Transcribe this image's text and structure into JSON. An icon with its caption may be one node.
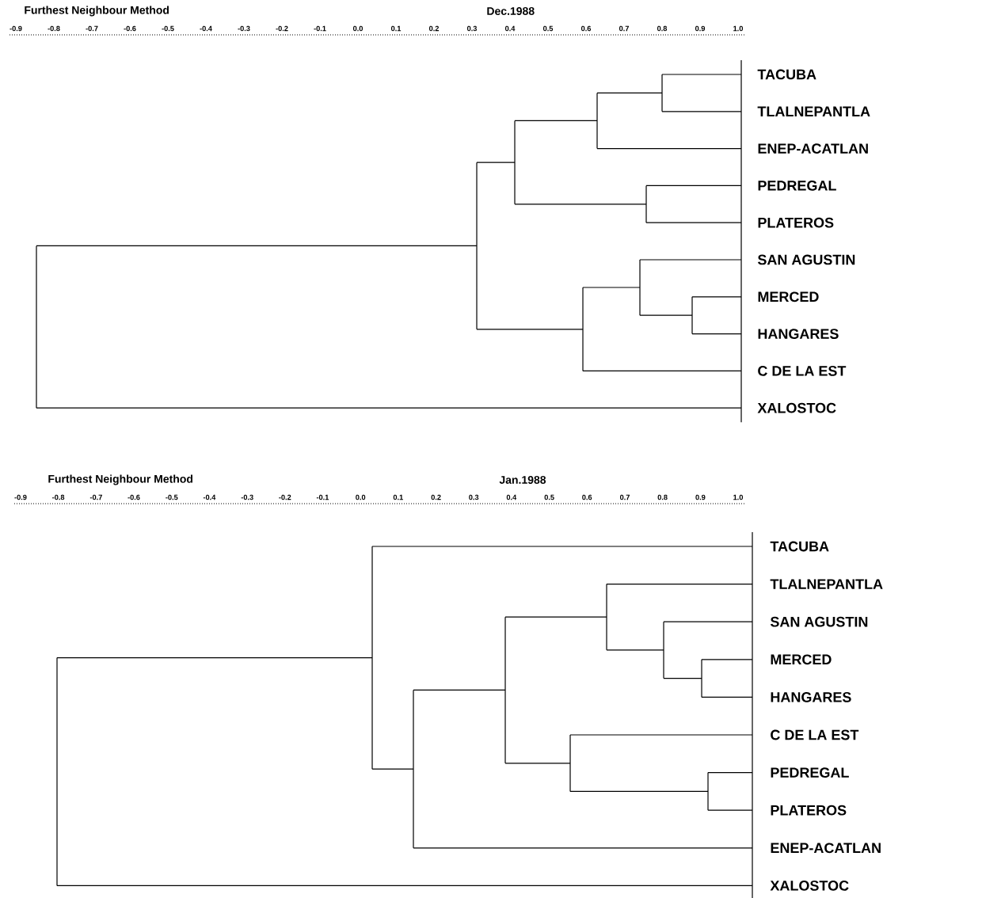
{
  "diagram": {
    "labels": [
      "Furthest Neighbour Method",
      "Dec.1988",
      "-0.9",
      "-0.8",
      "-0.7",
      "-0.6",
      "-0.5",
      "-0.4",
      "-0.3",
      "-0.2",
      "-0.1",
      "0.0",
      "0.1",
      "0.2",
      "0.3",
      "0.4",
      "0.5",
      "0.6",
      "0.7",
      "0.8",
      "0.9",
      "1.0",
      "TACUBA",
      "TLALNEPANTLA",
      "ENEP-ACATLAN",
      "PEDREGAL",
      "PLATEROS",
      "SAN AGUSTIN",
      "MERCED",
      "HANGARES",
      "C DE LA EST",
      "XALOSTOC",
      "Furthest Neighbour Method",
      "Jan.1988",
      "-0.9",
      "-0.8",
      "-0.7",
      "-0.6",
      "-0.5",
      "-0.4",
      "-0.3",
      "-0.2",
      "-0.1",
      "0.0",
      "0.1",
      "0.2",
      "0.3",
      "0.4",
      "0.5",
      "0.6",
      "0.7",
      "0.8",
      "0.9",
      "1.0",
      "TACUBA",
      "TLALNEPANTLA",
      "SAN AGUSTIN",
      "MERCED",
      "HANGARES",
      "C DE LA EST",
      "PEDREGAL",
      "PLATEROS",
      "ENEP-ACATLAN",
      "XALOSTOC"
    ]
  }
}
